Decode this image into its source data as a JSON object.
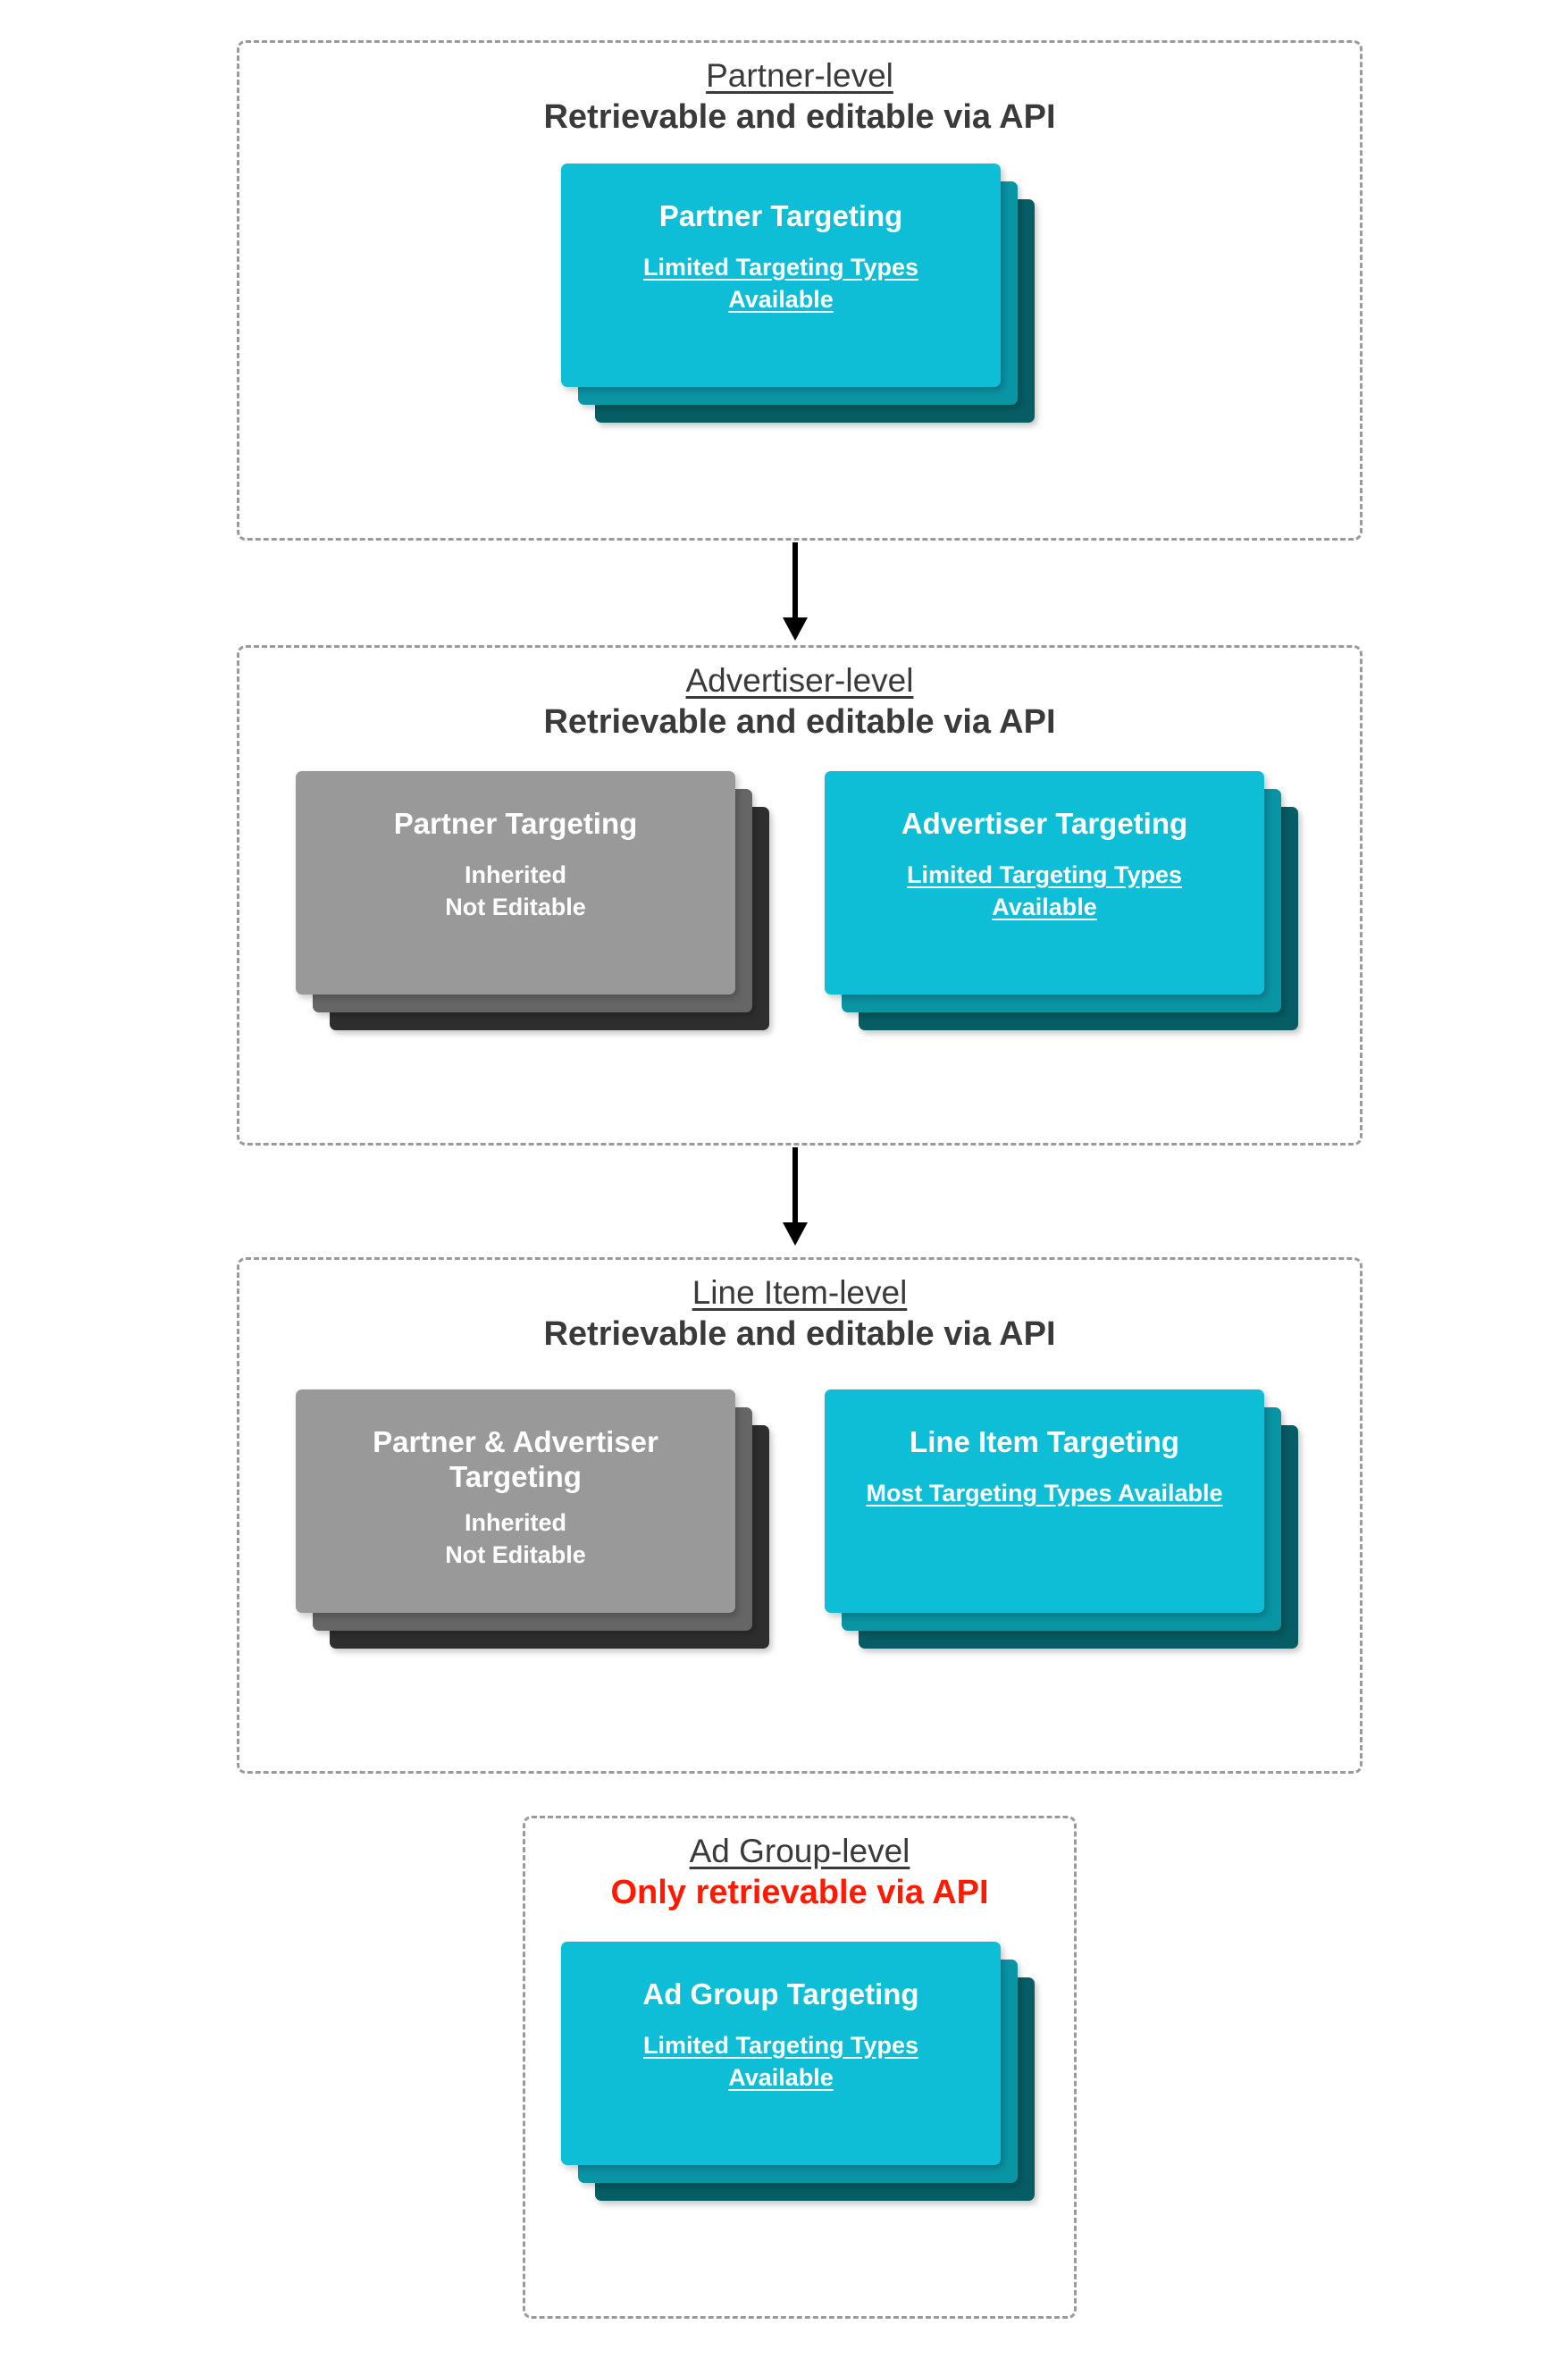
{
  "diagram": {
    "colors": {
      "card_front": "#0dbed6",
      "card_mid": "#0a95a5",
      "card_back": "#065d63",
      "inherited_front": "#999999",
      "inherited_mid": "#666666",
      "inherited_back": "#2e2e2e",
      "heading": "#3a3a3a",
      "alert": "#ff1a00",
      "border": "#9a9a9a"
    },
    "levels": [
      {
        "id": "partner",
        "title": "Partner-level",
        "subtitle": "Retrievable and editable via API",
        "subtitle_alert": false,
        "cards": [
          {
            "id": "partner-targeting",
            "style": "cyan",
            "title": "Partner Targeting",
            "note": "Limited Targeting Types Available",
            "note_underlined": true
          }
        ]
      },
      {
        "id": "advertiser",
        "title": "Advertiser-level",
        "subtitle": "Retrievable and editable via API",
        "subtitle_alert": false,
        "cards": [
          {
            "id": "partner-targeting-inherited",
            "style": "gray",
            "title": "Partner Targeting",
            "note": "Inherited\nNot Editable",
            "note_underlined": false
          },
          {
            "id": "advertiser-targeting",
            "style": "cyan",
            "title": "Advertiser Targeting",
            "note": "Limited Targeting Types Available",
            "note_underlined": true
          }
        ]
      },
      {
        "id": "line-item",
        "title": "Line Item-level",
        "subtitle": "Retrievable and editable via API",
        "subtitle_alert": false,
        "cards": [
          {
            "id": "partner-advertiser-targeting-inherited",
            "style": "gray",
            "title": "Partner & Advertiser Targeting",
            "note": "Inherited\nNot Editable",
            "note_underlined": false
          },
          {
            "id": "line-item-targeting",
            "style": "cyan",
            "title": "Line Item Targeting",
            "note": "Most Targeting Types Available",
            "note_underlined": true
          }
        ]
      },
      {
        "id": "ad-group",
        "title": "Ad Group-level",
        "subtitle": "Only retrievable via API",
        "subtitle_alert": true,
        "cards": [
          {
            "id": "ad-group-targeting",
            "style": "cyan",
            "title": "Ad Group Targeting",
            "note": "Limited Targeting Types Available",
            "note_underlined": true
          }
        ]
      }
    ],
    "connectors": [
      {
        "id": "partner-to-advertiser",
        "from": "partner",
        "to": "advertiser"
      },
      {
        "id": "advertiser-to-line-item",
        "from": "advertiser",
        "to": "line-item"
      }
    ]
  }
}
